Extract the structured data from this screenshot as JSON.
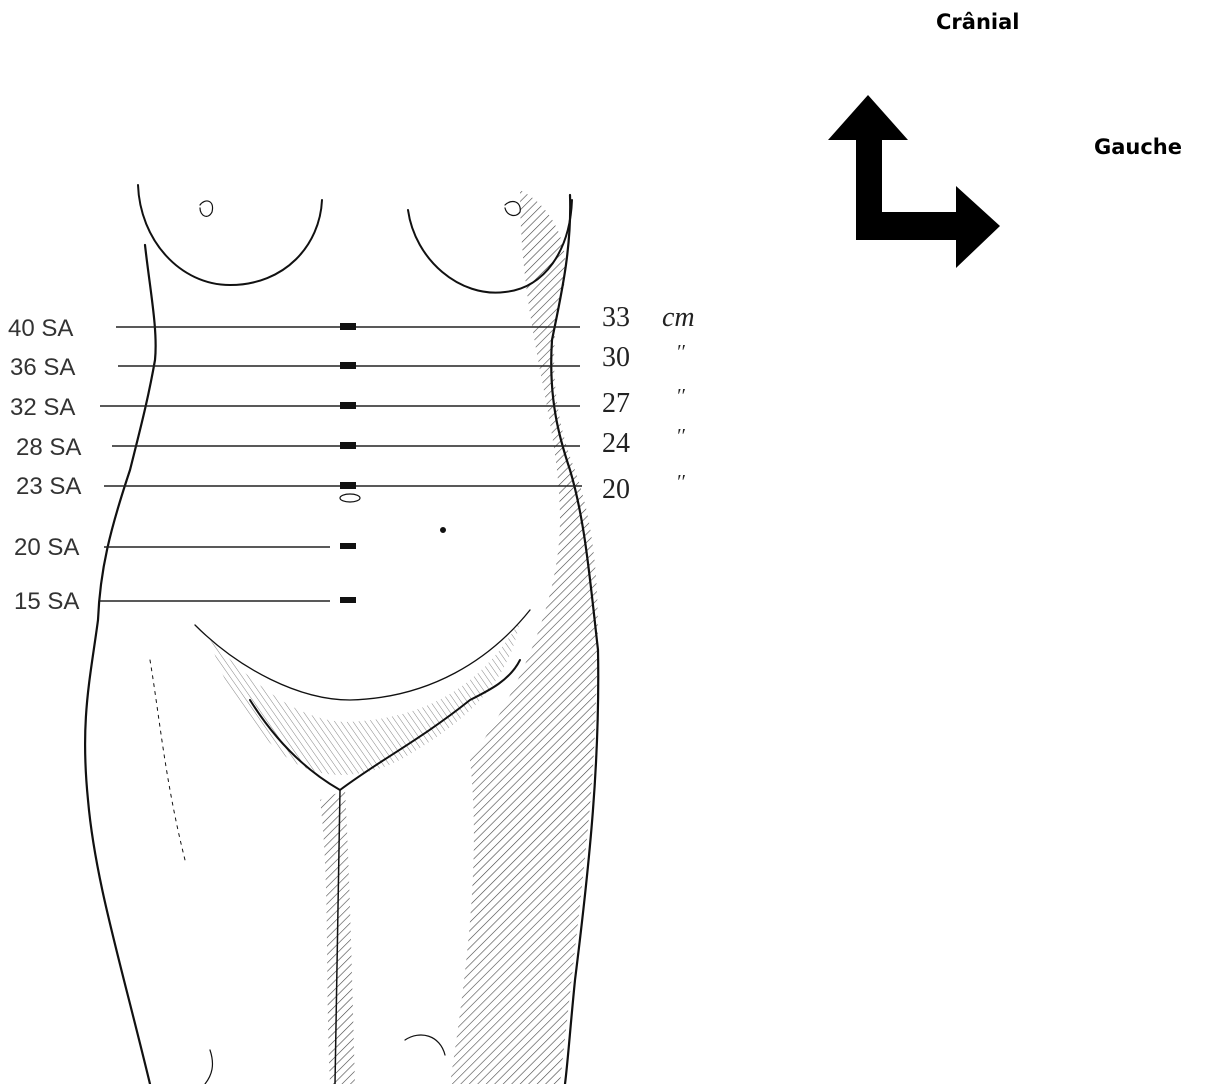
{
  "orientation": {
    "cranial_label": "Crânial",
    "left_label": "Gauche",
    "arrow_icon": "orientation-arrow-icon",
    "arrow_color": "#000000"
  },
  "figure": {
    "illustration": "pregnant-torso-drawing",
    "left_labels": [
      "40 SA",
      "36 SA",
      "32 SA",
      "28 SA",
      "23 SA",
      "20 SA",
      "15 SA"
    ],
    "right_labels": [
      {
        "value": "33",
        "unit": "cm"
      },
      {
        "value": "30",
        "unit": "′′"
      },
      {
        "value": "27",
        "unit": "′′"
      },
      {
        "value": "24",
        "unit": "′′"
      },
      {
        "value": "20",
        "unit": "′′"
      }
    ],
    "line_color": "#222222"
  }
}
